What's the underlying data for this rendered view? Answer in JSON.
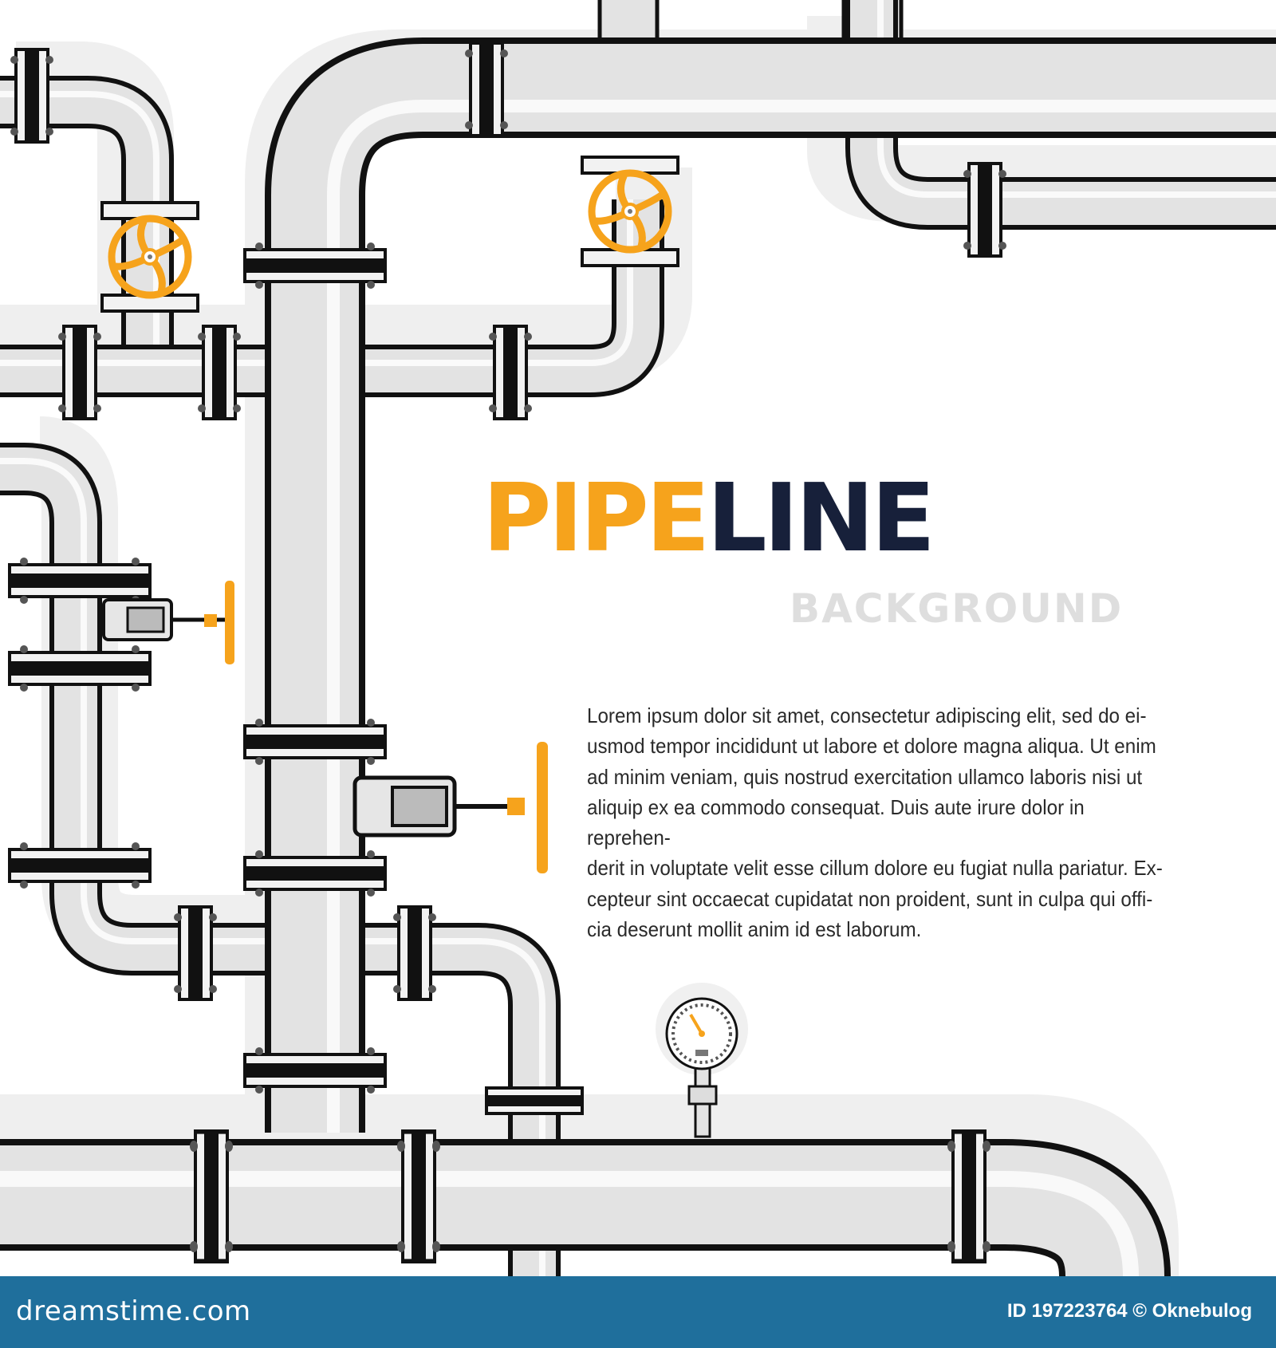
{
  "title": {
    "part1": "PIPE",
    "part2": "LINE"
  },
  "subtitle": "BACKGROUND",
  "body_lines": [
    "Lorem ipsum dolor sit amet, consectetur adipiscing elit, sed do ei-",
    "usmod tempor incididunt ut labore et dolore magna aliqua. Ut enim",
    "ad minim veniam, quis nostrud exercitation ullamco laboris nisi ut",
    "aliquip ex ea commodo consequat. Duis aute irure dolor in reprehen-",
    "derit in voluptate velit esse cillum dolore eu fugiat nulla pariatur. Ex-",
    "cepteur sint occaecat cupidatat non proident, sunt in culpa qui offi-",
    "cia deserunt mollit anim id est laborum."
  ],
  "footer": {
    "logo": "dreamstime.com",
    "id_text": "ID 197223764 © Oknebulog"
  },
  "colors": {
    "accent": "#f6a31c",
    "title_dark": "#17203a",
    "pipe": "#e2e2e2",
    "pipe_outline": "#111111",
    "footer": "#1f6f9c"
  },
  "icons": [
    "handwheel-valve-icon",
    "gate-valve-icon",
    "pressure-gauge-icon",
    "pipe-flange-icon"
  ]
}
